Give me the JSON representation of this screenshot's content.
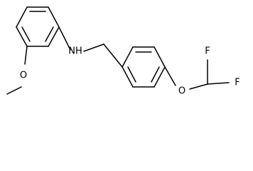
{
  "structure": {
    "atoms": {
      "N": "NH",
      "O_methoxy": "O",
      "O_ether": "O",
      "F_left": "F",
      "F_right": "F"
    }
  }
}
